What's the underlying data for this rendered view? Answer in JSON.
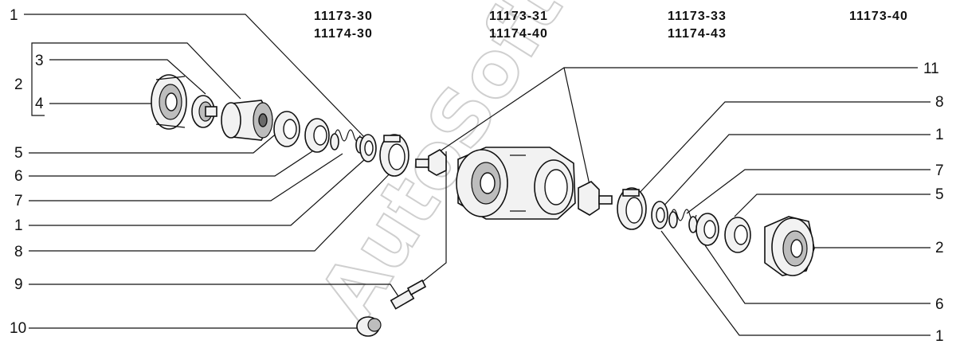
{
  "header": {
    "codes": [
      {
        "line1": "11173-30",
        "line2": "11174-30"
      },
      {
        "line1": "11173-31",
        "line2": "11174-40"
      },
      {
        "line1": "11173-33",
        "line2": "11174-43"
      },
      {
        "line1": "11173-40",
        "line2": ""
      }
    ]
  },
  "left_callouts": [
    "1",
    "3",
    "2",
    "4",
    "5",
    "6",
    "7",
    "1",
    "8",
    "9",
    "10"
  ],
  "right_callouts": [
    "11",
    "8",
    "1",
    "7",
    "5",
    "2",
    "6",
    "1"
  ],
  "watermark": "AutoSoft"
}
